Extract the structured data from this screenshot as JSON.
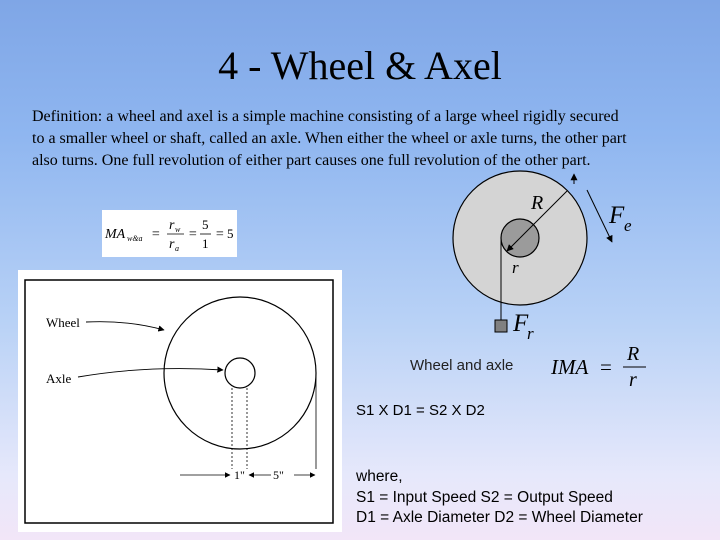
{
  "title": "4 - Wheel & Axel",
  "definition": "Definition: a  wheel and axel is a simple machine consisting of a large wheel rigidly secured to a smaller wheel or shaft, called an axle. When either the wheel or axle turns, the other part also turns. One full revolution of either part causes one full revolution of the other part.",
  "ma_formula": {
    "lhs": "MA",
    "lhs_sub": "w&a",
    "num1": "r",
    "num1_sub": "w",
    "den1": "r",
    "den1_sub": "a",
    "num2": "5",
    "den2": "1",
    "result": "5"
  },
  "wheel_figure": {
    "wheel_label": "Wheel",
    "axle_label": "Axle",
    "axle_dim": "1\"",
    "wheel_dim": "5\""
  },
  "force_diagram": {
    "R": "R",
    "r": "r",
    "Fe": "F",
    "Fe_sub": "e",
    "Fr": "F",
    "Fr_sub": "r"
  },
  "caption": "Wheel and axle",
  "ima": {
    "lhs": "IMA",
    "num": "R",
    "den": "r"
  },
  "speed_equation": "S1 X D1 = S2 X D2",
  "where": {
    "line1": "where,",
    "line2": "S1 = Input Speed S2 = Output Speed",
    "line3": "D1 = Axle Diameter D2 = Wheel Diameter"
  }
}
